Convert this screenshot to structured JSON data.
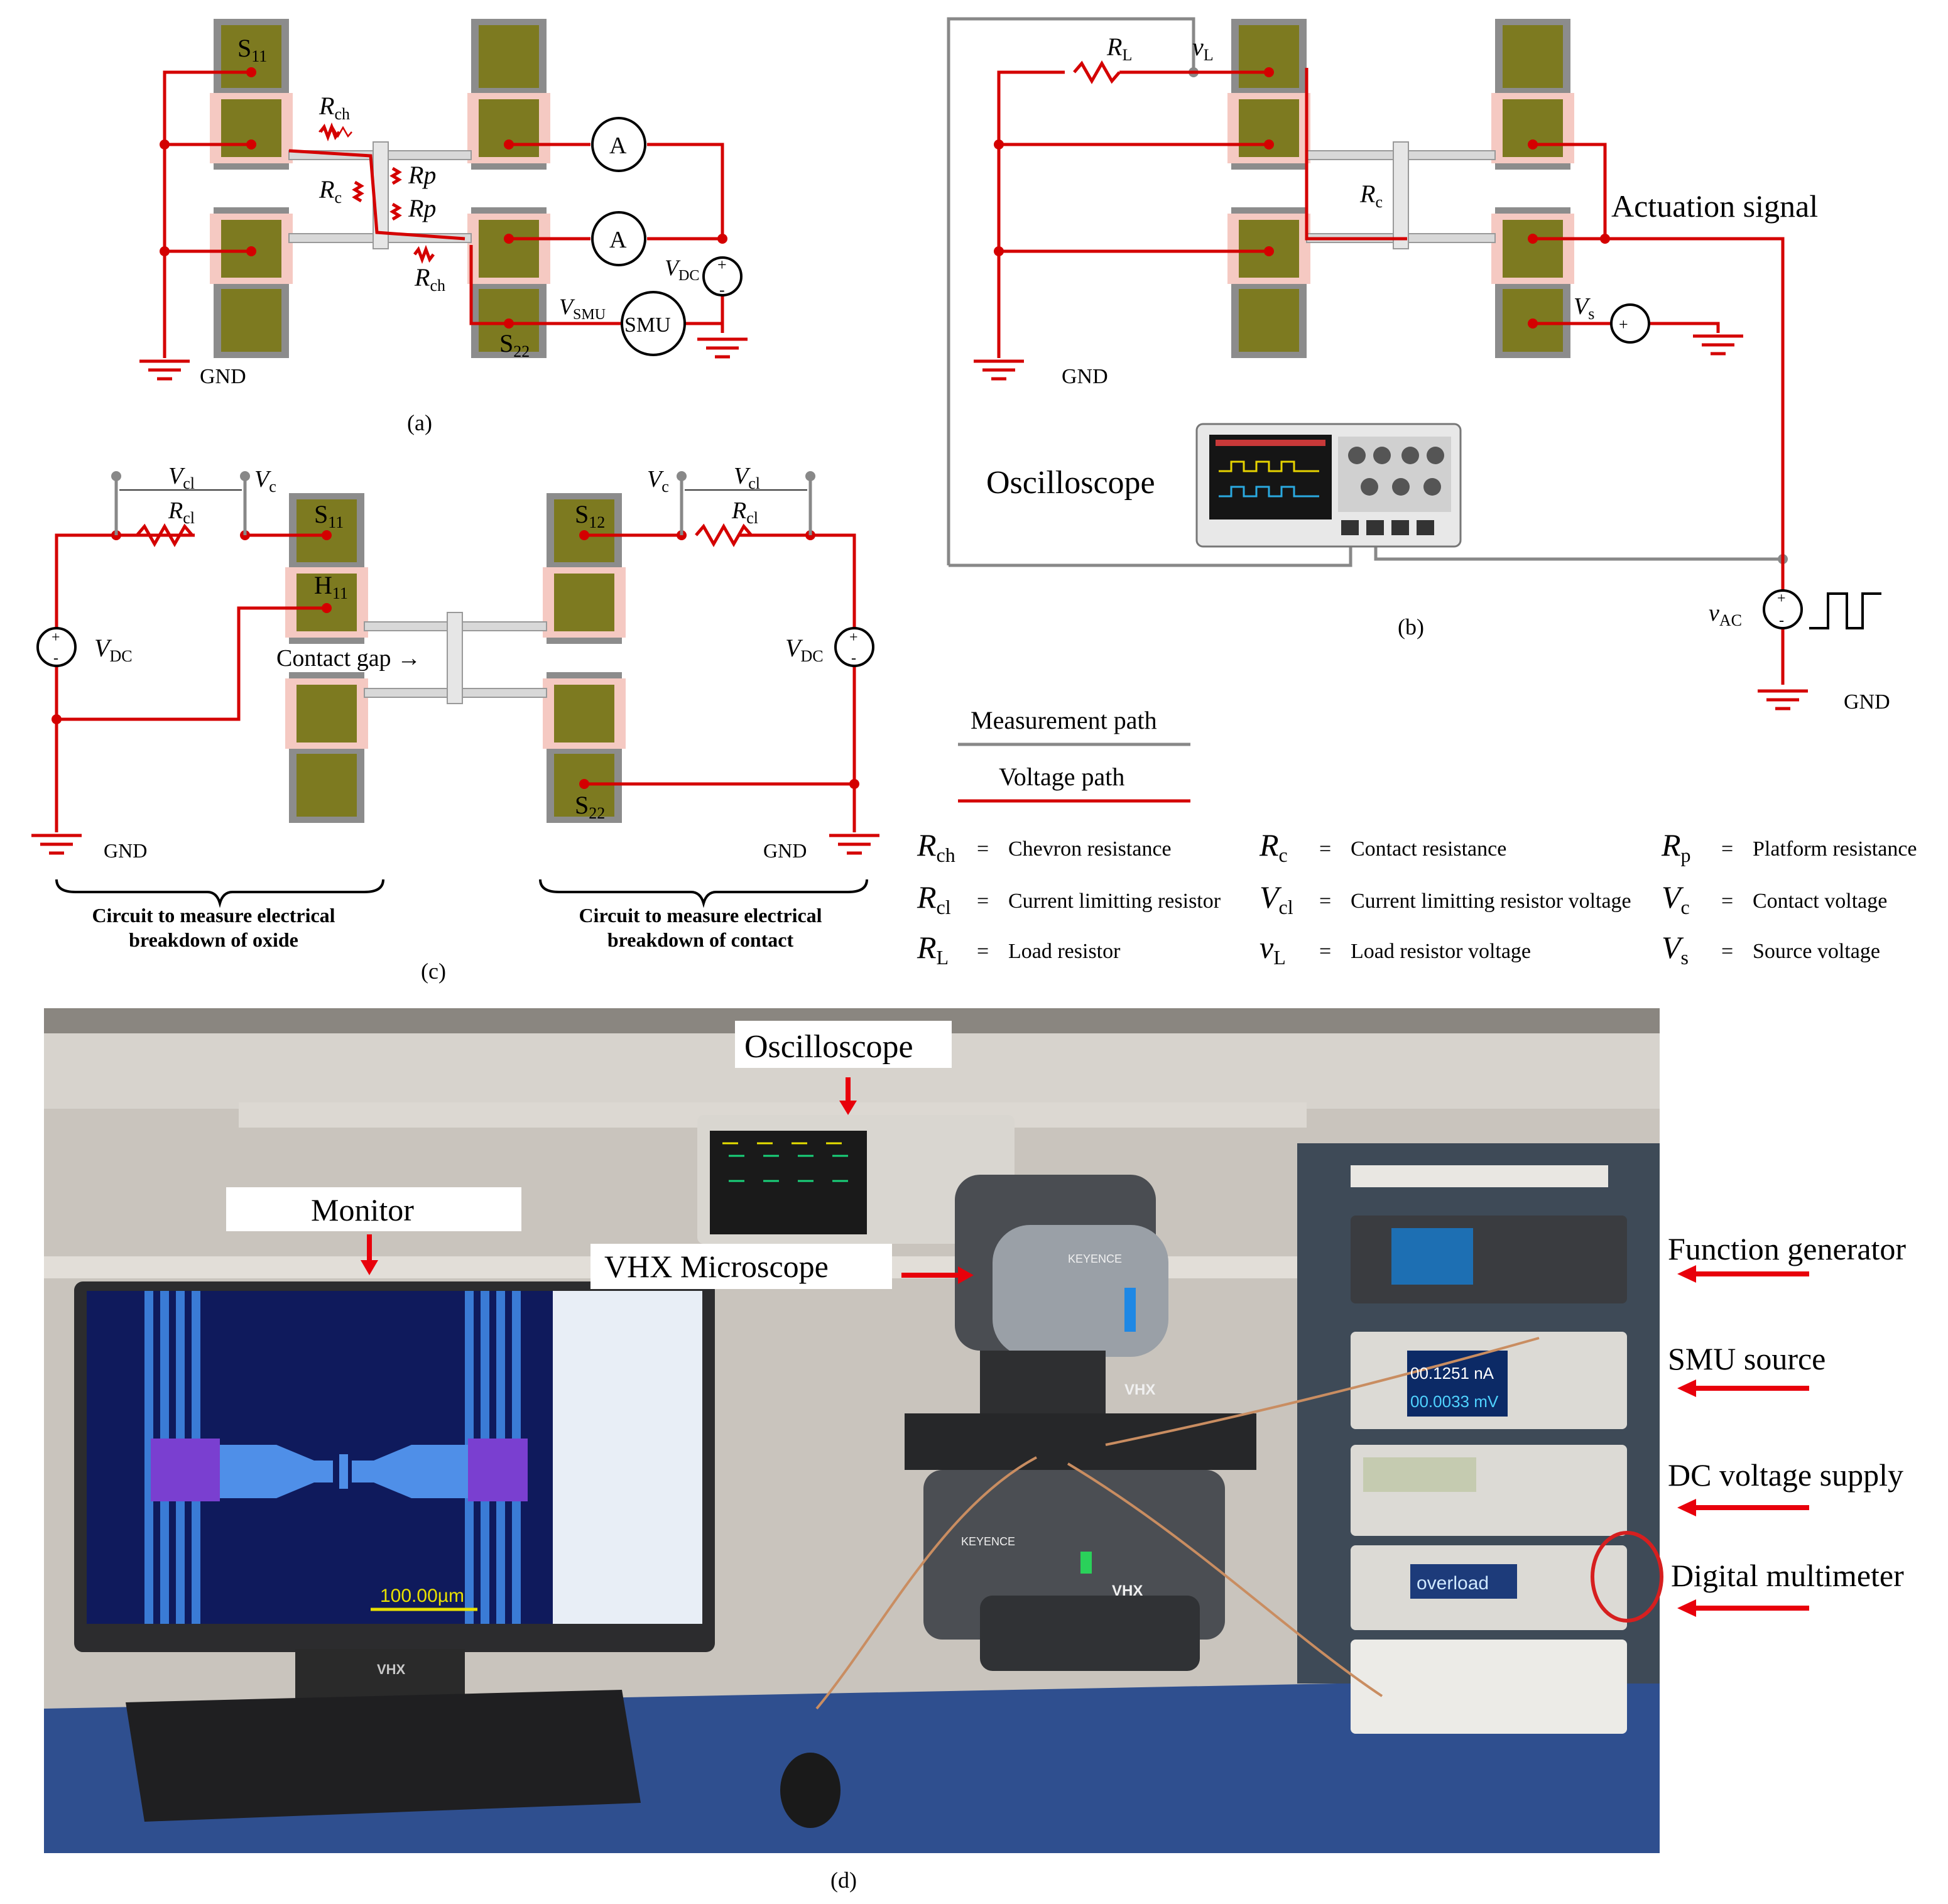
{
  "panel_a": {
    "caption": "(a)",
    "s11": "S",
    "s11_sub": "11",
    "s22": "S",
    "s22_sub": "22",
    "rch_top": "R",
    "rch_top_sub": "ch",
    "rch_bot": "R",
    "rch_bot_sub": "ch",
    "rc": "R",
    "rc_sub": "c",
    "rp1": "Rp",
    "rp2": "Rp",
    "ammeter1": "A",
    "ammeter2": "A",
    "vdc": "V",
    "vdc_sub": "DC",
    "vsmu": "V",
    "vsmu_sub": "SMU",
    "smu": "SMU",
    "gnd": "GND",
    "plus": "+",
    "minus": "-"
  },
  "panel_b": {
    "caption": "(b)",
    "rl": "R",
    "rl_sub": "L",
    "vl": "v",
    "vl_sub": "L",
    "rc": "R",
    "rc_sub": "c",
    "actuation": "Actuation signal",
    "vs": "V",
    "vs_sub": "s",
    "gnd_left": "GND",
    "gnd_right": "GND",
    "oscilloscope": "Oscilloscope",
    "vac": "v",
    "vac_sub": "AC",
    "plus": "+",
    "minus": "-"
  },
  "panel_c": {
    "caption": "(c)",
    "vcl_left": "V",
    "vcl_left_sub": "cl",
    "rcl_left": "R",
    "rcl_left_sub": "cl",
    "vc_left": "V",
    "vc_left_sub": "c",
    "vc_right": "V",
    "vc_right_sub": "c",
    "vcl_right": "V",
    "vcl_right_sub": "cl",
    "rcl_right": "R",
    "rcl_right_sub": "cl",
    "s11": "S",
    "s11_sub": "11",
    "h11": "H",
    "h11_sub": "11",
    "s12": "S",
    "s12_sub": "12",
    "s22": "S",
    "s22_sub": "22",
    "contact_gap": "Contact gap →",
    "vdc_left": "V",
    "vdc_left_sub": "DC",
    "vdc_right": "V",
    "vdc_right_sub": "DC",
    "gnd_left": "GND",
    "gnd_right": "GND",
    "brace_left_1": "Circuit to measure electrical",
    "brace_left_2": "breakdown of oxide",
    "brace_right_1": "Circuit to measure electrical",
    "brace_right_2": "breakdown of contact",
    "plus": "+",
    "minus": "-"
  },
  "legend": {
    "measurement_path": "Measurement path",
    "voltage_path": "Voltage path",
    "measurement_color": "#888888",
    "voltage_color": "#d40000",
    "entries": [
      {
        "sym": "R",
        "sub": "ch",
        "eq": "=",
        "desc": "Chevron resistance"
      },
      {
        "sym": "R",
        "sub": "c",
        "eq": "=",
        "desc": "Contact  resistance"
      },
      {
        "sym": "R",
        "sub": "p",
        "eq": "=",
        "desc": "Platform resistance"
      },
      {
        "sym": "R",
        "sub": "cl",
        "eq": "=",
        "desc": "Current limitting resistor"
      },
      {
        "sym": "V",
        "sub": "cl",
        "eq": "=",
        "desc": "Current limitting resistor voltage"
      },
      {
        "sym": "V",
        "sub": "c",
        "eq": "=",
        "desc": "Contact voltage"
      },
      {
        "sym": "R",
        "sub": "L",
        "eq": "=",
        "desc": "Load resistor"
      },
      {
        "sym": "v",
        "sub": "L",
        "eq": "=",
        "desc": "Load resistor voltage"
      },
      {
        "sym": "V",
        "sub": "s",
        "eq": "=",
        "desc": "Source voltage"
      }
    ]
  },
  "panel_d": {
    "caption": "(d)",
    "oscilloscope": "Oscilloscope",
    "monitor": "Monitor",
    "vhx": "VHX Microscope",
    "function_generator": "Function generator",
    "smu_source": "SMU source",
    "dc_supply": "DC voltage supply",
    "multimeter": "Digital multimeter",
    "scale_bar": "100.00µm",
    "smu_reading_1": "00.1251 nA",
    "smu_reading_2": "00.0033 mV",
    "dmm_reading": "overload",
    "keyence_1": "KEYENCE",
    "keyence_2": "KEYENCE",
    "vhx_logo_1": "VHX",
    "vhx_logo_2": "VHX",
    "vhx_logo_3": "VHX",
    "arrow_color": "#e8000b"
  }
}
